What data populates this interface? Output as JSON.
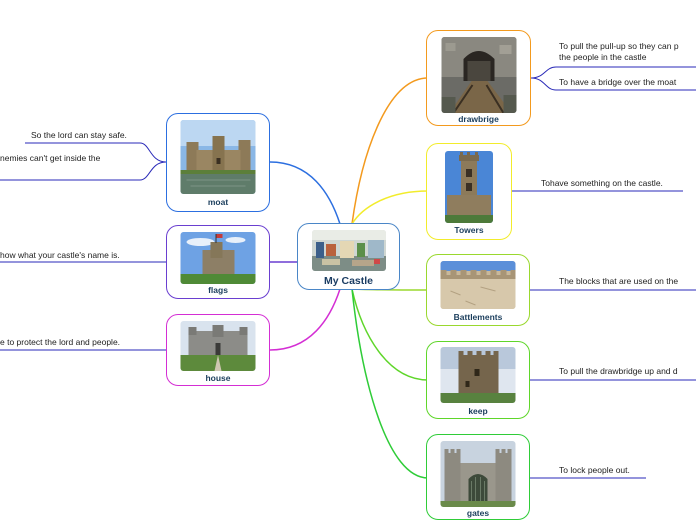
{
  "colors": {
    "center": "#4a86c7",
    "drawbrige": "#f39a1e",
    "towers": "#f2ec2b",
    "battlements": "#9ad82e",
    "keep": "#5fd62a",
    "gates": "#2fcc38",
    "moat": "#2c6fe0",
    "flags": "#6a3fd0",
    "house": "#d42ed4",
    "note_line": "#2a2ab8"
  },
  "center": {
    "label": "My Castle"
  },
  "right_topics": [
    {
      "id": "drawbrige",
      "label": "drawbrige",
      "image": "drawbridge-photo",
      "notes": [
        "To pull the pull-up so they can p\nthe people in the castle",
        "To have a  bridge over the moat"
      ]
    },
    {
      "id": "towers",
      "label": "Towers",
      "image": "tower-photo",
      "notes": [
        "Tohave something on the castle."
      ]
    },
    {
      "id": "battlements",
      "label": "Battlements",
      "image": "battlements-photo",
      "notes": [
        "The blocks that are used on the"
      ]
    },
    {
      "id": "keep",
      "label": "keep",
      "image": "keep-photo",
      "notes": [
        "To pull the drawbridge up and d"
      ]
    },
    {
      "id": "gates",
      "label": "gates",
      "image": "gates-photo",
      "notes": [
        "To lock people out."
      ]
    }
  ],
  "left_topics": [
    {
      "id": "moat",
      "label": "moat",
      "image": "moat-castle-photo",
      "notes": [
        "So the lord can stay safe.",
        "nemies can't get inside the"
      ]
    },
    {
      "id": "flags",
      "label": "flags",
      "image": "flag-castle-photo",
      "notes": [
        "how what your castle's  name is."
      ]
    },
    {
      "id": "house",
      "label": "house",
      "image": "house-castle-photo",
      "notes": [
        "e to protect the lord and people."
      ]
    }
  ]
}
